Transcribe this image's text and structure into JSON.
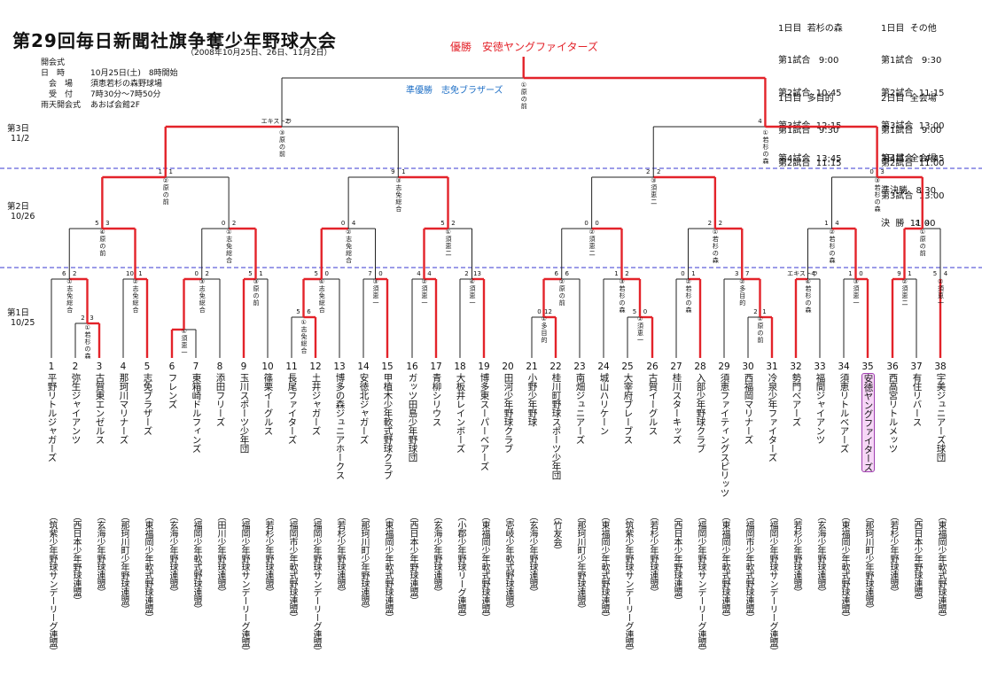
{
  "title": "第29回毎日新聞社旗争奪少年野球大会",
  "date_range": "（2008年10月25日、26日、11月2日）",
  "opening": {
    "heading": "開会式",
    "rows": [
      {
        "label": "日　時",
        "value": "10月25日(土)　8時開始"
      },
      {
        "label": "　会　場",
        "value": "須恵若杉の森野球場"
      },
      {
        "label": "　受　付",
        "value": "7時30分～7時50分"
      },
      {
        "label": "雨天開会式",
        "value": "あおば会館2F"
      }
    ]
  },
  "schedules": [
    {
      "id": "s1",
      "rows": [
        "1日目  若杉の森",
        "第1試合   9:00",
        "第2試合  10:45",
        "第3試合  12:15",
        "第4試合  13:45"
      ]
    },
    {
      "id": "s2",
      "rows": [
        "1日目  その他",
        "第1試合   9:30",
        "第2試合  11:15",
        "第3試合  13:00",
        "第4試合  14:45"
      ]
    },
    {
      "id": "s3",
      "rows": [
        "1日目  多目的",
        "第1試合   9:30",
        "第2試合  11:15"
      ]
    },
    {
      "id": "s4",
      "rows": [
        "2日目  全会場",
        "第1試合   9:00",
        "第2試合  11:00",
        "第3試合  13:00"
      ]
    },
    {
      "id": "s5",
      "rows": [
        "3日目  全会場",
        "準決勝   8:30",
        "決  勝  11:00"
      ]
    }
  ],
  "rounds": [
    {
      "name": "第3日",
      "date": "11/2"
    },
    {
      "name": "第2日",
      "date": "10/26"
    },
    {
      "name": "第1日",
      "date": "10/25"
    }
  ],
  "winner": "優勝　安徳ヤングファイターズ",
  "runner_up": "準優勝　志免ブラザーズ",
  "teams": [
    {
      "num": "1",
      "name": "平野リトルジャガーズ",
      "league": "（筑紫少年野球サンデーリーグ連盟）"
    },
    {
      "num": "2",
      "name": "弥生ジャイアンツ",
      "league": "（西日本少年野球連盟）"
    },
    {
      "num": "3",
      "name": "古賀東エンゼルス",
      "league": "（玄海少年野球連盟）"
    },
    {
      "num": "4",
      "name": "那珂川マリナーズ",
      "league": "（那珂川町少年野球連盟）"
    },
    {
      "num": "5",
      "name": "志免ブラザーズ",
      "league": "（東福岡少年軟式野球連盟）"
    },
    {
      "num": "6",
      "name": "フレンズ",
      "league": "（玄海少年野球連盟）"
    },
    {
      "num": "7",
      "name": "東箱崎ドルフィンズ",
      "league": "（福岡少年軟式野球連盟）"
    },
    {
      "num": "8",
      "name": "添田フリーズ",
      "league": "（田川少年野球連盟）"
    },
    {
      "num": "9",
      "name": "玉川スポーツ少年団",
      "league": "（福岡少年野球サンデーリーグ連盟）"
    },
    {
      "num": "10",
      "name": "篠栗イーグルス",
      "league": "（若杉少年野球連盟）"
    },
    {
      "num": "11",
      "name": "長尾ファイターズ",
      "league": "（福岡市少年軟式野球連盟）"
    },
    {
      "num": "12",
      "name": "土井ジャガーズ",
      "league": "（福岡少年野球サンデーリーグ連盟）"
    },
    {
      "num": "13",
      "name": "博多の森ジュニアホークス",
      "league": "（若杉少年野球連盟）"
    },
    {
      "num": "14",
      "name": "安徳北ジャガーズ",
      "league": "（那珂川町少年野球連盟）"
    },
    {
      "num": "15",
      "name": "甲植木少年軟式野球クラブ",
      "league": "（東福岡少年軟式野球連盟）"
    },
    {
      "num": "16",
      "name": "ガッツ田島少年野球団",
      "league": "（西日本少年野球連盟）"
    },
    {
      "num": "17",
      "name": "青柳シリウス",
      "league": "（玄海少年野球連盟）"
    },
    {
      "num": "18",
      "name": "大板井レインボーズ",
      "league": "（小郡少年野球リーグ連盟）"
    },
    {
      "num": "19",
      "name": "博多東スーパーベアーズ",
      "league": "（東福岡少年軟式野球連盟）"
    },
    {
      "num": "20",
      "name": "田河少年野球クラブ",
      "league": "（壱岐少年軟式野球連盟）"
    },
    {
      "num": "21",
      "name": "小野少年野球",
      "league": "（玄海少年野球連盟）"
    },
    {
      "num": "22",
      "name": "桂川町野球スポーツ少年団",
      "league": "（竹友会）"
    },
    {
      "num": "23",
      "name": "南畑ジュニアーズ",
      "league": "（那珂川町少年野球連盟）"
    },
    {
      "num": "24",
      "name": "城山ハリケーン",
      "league": "（東福岡少年軟式野球連盟）"
    },
    {
      "num": "25",
      "name": "大宰府ブレーブス",
      "league": "（筑紫少年野球サンデーリーグ連盟）"
    },
    {
      "num": "26",
      "name": "古賀イーグルス",
      "league": "（若杉少年野球連盟）"
    },
    {
      "num": "27",
      "name": "桂川スターキッズ",
      "league": "（西日本少年野球連盟）"
    },
    {
      "num": "28",
      "name": "入部少年野球クラブ",
      "league": "（福岡少年野球サンデーリーグ連盟）"
    },
    {
      "num": "29",
      "name": "須恵ファイティングスピリッツ",
      "league": "（東福岡少年軟式野球連盟）"
    },
    {
      "num": "30",
      "name": "西福岡マリナーズ",
      "league": "（福岡市少年軟式野球連盟）"
    },
    {
      "num": "31",
      "name": "冷泉少年ファイターズ",
      "league": "（福岡少年野球サンデーリーグ連盟）"
    },
    {
      "num": "32",
      "name": "勢門ベアーズ",
      "league": "（若杉少年野球連盟）"
    },
    {
      "num": "33",
      "name": "福間ジャイアンツ",
      "league": "（玄海少年野球連盟）"
    },
    {
      "num": "34",
      "name": "須恵リトルベアーズ",
      "league": "（東福岡少年軟式野球連盟）"
    },
    {
      "num": "35",
      "name": "安徳ヤングファイターズ",
      "league": "（那珂川町少年野球連盟）"
    },
    {
      "num": "36",
      "name": "西高宮リトルメッツ",
      "league": "（若杉少年野球連盟）"
    },
    {
      "num": "37",
      "name": "有住リバース",
      "league": "（西日本少年野球連盟）"
    },
    {
      "num": "38",
      "name": "宇美ジュニアーズ球団",
      "league": "（東福岡少年軟式野球連盟）"
    }
  ],
  "match_labels": [
    "①若杉の森",
    "①志免総合",
    "①多目的",
    "①須恵一",
    "①原の前",
    "①須恵一",
    "①志免総合",
    "②志免総合",
    "③志免総合",
    "③原の前",
    "④志免総合",
    "③須恵一",
    "②須恵一",
    "④須恵一",
    "②原の前",
    "③若杉の森",
    "②若杉の森",
    "②多目的",
    "④若杉の森",
    "③須恵一",
    "②須恵二",
    "②須恵一",
    "④原の前",
    "①志免総合",
    "②志免総合",
    "①須恵二",
    "②須恵二",
    "①若杉の森",
    "②若杉の森",
    "①原の前",
    "②原の前",
    "③志免総合",
    "③須恵二",
    "③若杉の森",
    "③原の前",
    "①若杉の森",
    "①原の前",
    "②原の前"
  ],
  "scores": [
    "2",
    "3",
    "5",
    "6",
    "0",
    "12",
    "5",
    "0",
    "2",
    "1",
    "6",
    "2",
    "10",
    "1",
    "0",
    "2",
    "5",
    "1",
    "5",
    "0",
    "7",
    "0",
    "4",
    "4",
    "2",
    "13",
    "6",
    "6",
    "1",
    "2",
    "0",
    "1",
    "3",
    "7",
    "エキストラ",
    "4",
    "1",
    "0",
    "9",
    "1",
    "5",
    "4",
    "5",
    "3",
    "0",
    "2",
    "0",
    "4",
    "5",
    "2",
    "0",
    "0",
    "2",
    "2",
    "1",
    "4",
    "2",
    "4",
    "1",
    "1",
    "9",
    "1",
    "2",
    "2",
    "0",
    "3",
    "エキストラ",
    "2",
    "4"
  ],
  "colors": {
    "win": "#e3232a",
    "lose": "#222222",
    "divider": "#3a3ad0",
    "champion_bg": "#f6d6f6",
    "champion_border": "#a03fb0"
  }
}
